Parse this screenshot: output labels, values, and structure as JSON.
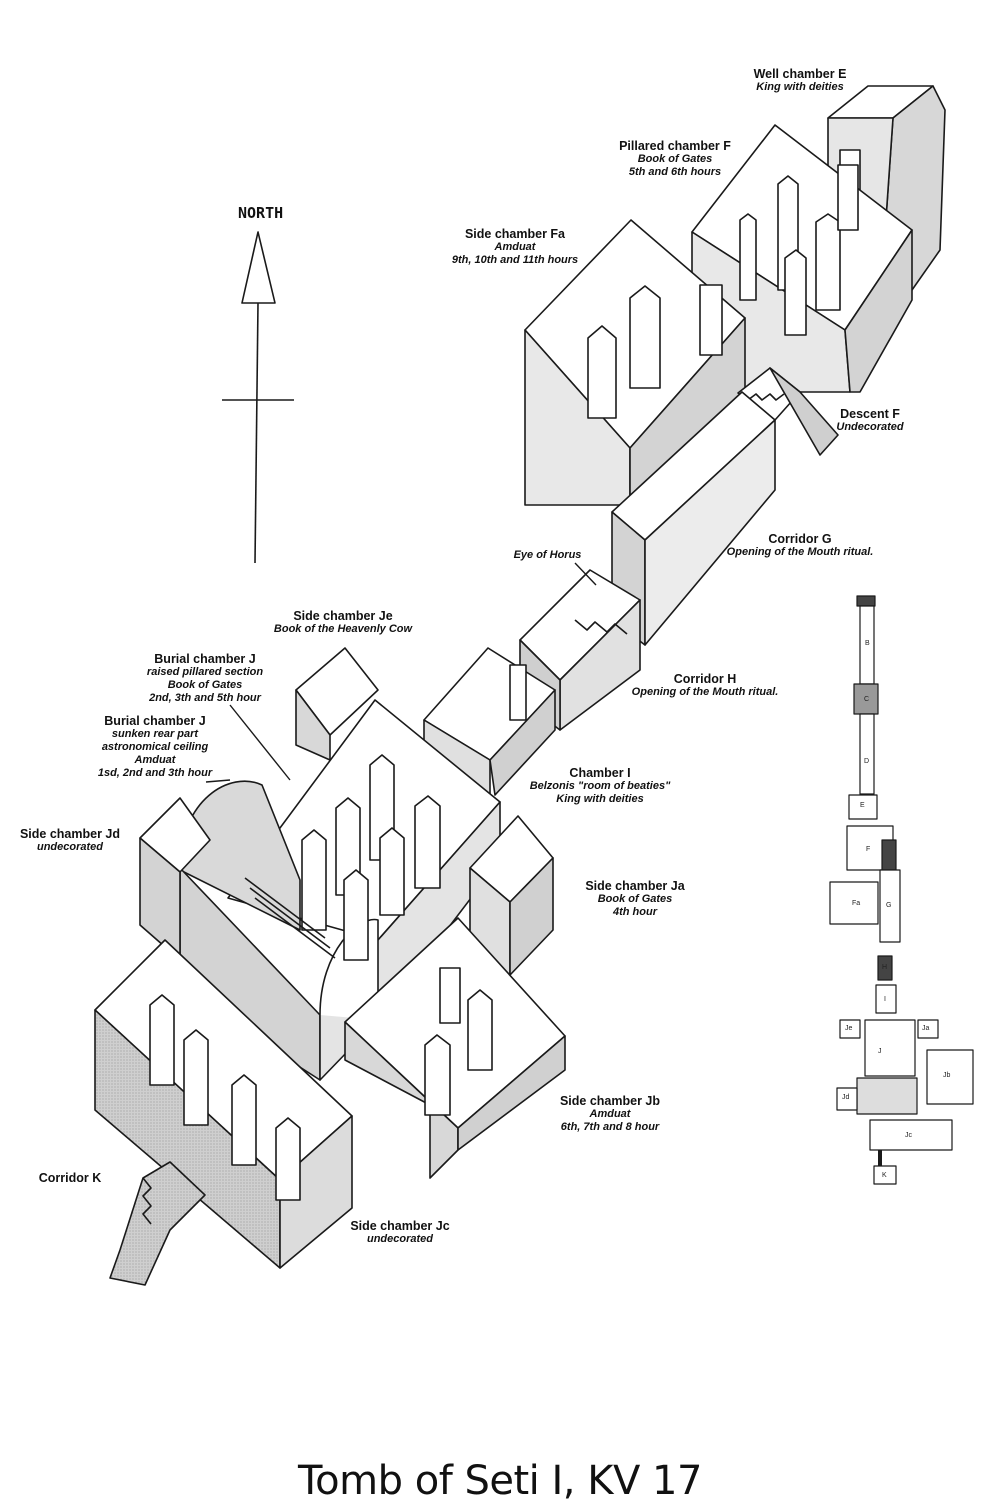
{
  "north_label": "NORTH",
  "caption": "Tomb of Seti I, KV 17",
  "labels": [
    {
      "id": "well-chamber-e",
      "title": "Well chamber E",
      "lines": [
        "King with deities"
      ]
    },
    {
      "id": "pillared-chamber-f",
      "title": "Pillared chamber F",
      "lines": [
        "Book of Gates",
        "5th and 6th hours"
      ]
    },
    {
      "id": "side-chamber-fa",
      "title": "Side chamber Fa",
      "lines": [
        "Amduat",
        "9th, 10th and 11th hours"
      ]
    },
    {
      "id": "descent-f",
      "title": "Descent F",
      "lines": [
        "Undecorated"
      ]
    },
    {
      "id": "corridor-g",
      "title": "Corridor G",
      "lines": [
        "Opening of the Mouth ritual."
      ]
    },
    {
      "id": "eye-of-horus",
      "title": "",
      "lines": [
        "Eye of Horus"
      ]
    },
    {
      "id": "side-chamber-je",
      "title": "Side chamber Je",
      "lines": [
        "Book of the Heavenly Cow"
      ]
    },
    {
      "id": "burial-chamber-j-raised",
      "title": "Burial chamber J",
      "lines": [
        "raised pillared section",
        "Book of Gates",
        "2nd, 3th and 5th hour"
      ]
    },
    {
      "id": "corridor-h",
      "title": "Corridor H",
      "lines": [
        "Opening of the Mouth ritual."
      ]
    },
    {
      "id": "burial-chamber-j-sunken",
      "title": "Burial chamber J",
      "lines": [
        "sunken rear part",
        "astronomical ceiling",
        "Amduat",
        "1sd, 2nd and 3th hour"
      ]
    },
    {
      "id": "chamber-i",
      "title": "Chamber I",
      "lines": [
        "Belzonis \"room of beaties\"",
        "King with deities"
      ]
    },
    {
      "id": "side-chamber-jd",
      "title": "Side chamber Jd",
      "lines": [
        "undecorated"
      ]
    },
    {
      "id": "side-chamber-ja",
      "title": "Side chamber Ja",
      "lines": [
        "Book of Gates",
        "4th hour"
      ]
    },
    {
      "id": "side-chamber-jb",
      "title": "Side chamber Jb",
      "lines": [
        "Amduat",
        "6th, 7th and 8 hour"
      ]
    },
    {
      "id": "corridor-k",
      "title": "Corridor K",
      "lines": []
    },
    {
      "id": "side-chamber-jc",
      "title": "Side chamber Jc",
      "lines": [
        "undecorated"
      ]
    }
  ],
  "plan_labels": [
    "B",
    "C",
    "D",
    "E",
    "F",
    "Fa",
    "G",
    "H",
    "I",
    "Je",
    "Ja",
    "J",
    "Jb",
    "Jd",
    "Jc",
    "K"
  ]
}
